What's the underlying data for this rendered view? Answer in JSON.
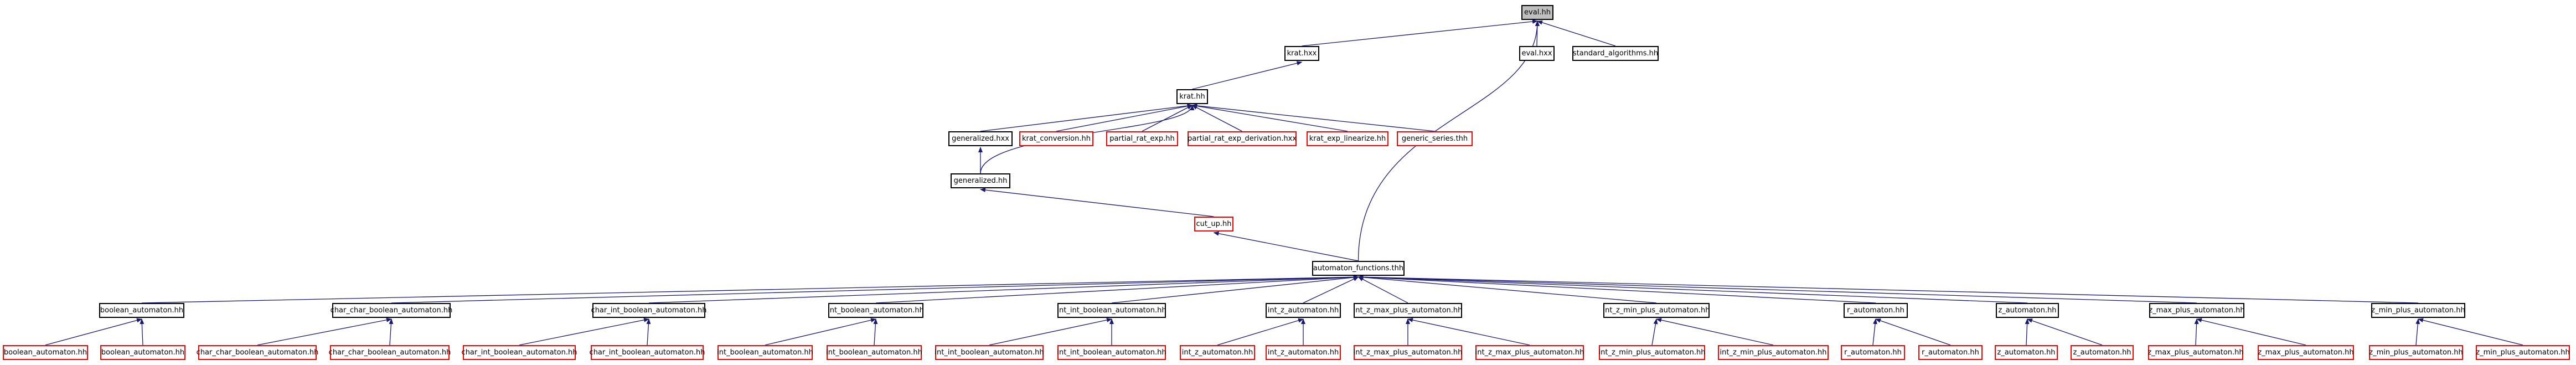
{
  "diagram": {
    "colors": {
      "edge": "#191970",
      "node_border": "#000000",
      "leaf_border": "#ff0000",
      "root_fill": "#bfbfbf"
    },
    "nodes": {
      "eval_hh": {
        "label": "eval.hh",
        "style": "root"
      },
      "krat_hxx": {
        "label": "krat.hxx"
      },
      "eval_hxx": {
        "label": "eval.hxx"
      },
      "standard_algorithms_hh": {
        "label": "standard_algorithms.hh"
      },
      "krat_hh": {
        "label": "krat.hh"
      },
      "generalized_hxx": {
        "label": "generalized.hxx"
      },
      "krat_conversion_hh": {
        "label": "krat_conversion.hh",
        "style": "red"
      },
      "partial_rat_exp_hh": {
        "label": "partial_rat_exp.hh",
        "style": "red"
      },
      "partial_rat_exp_derivation_hxx": {
        "label": "partial_rat_exp_derivation.hxx",
        "style": "red"
      },
      "krat_exp_linearize_hh": {
        "label": "krat_exp_linearize.hh",
        "style": "red"
      },
      "generic_series_thh": {
        "label": "generic_series.thh",
        "style": "red"
      },
      "generalized_hh": {
        "label": "generalized.hh"
      },
      "cut_up_hh": {
        "label": "cut_up.hh",
        "style": "red"
      },
      "automaton_functions_thh": {
        "label": "automaton_functions.thh"
      },
      "boolean_automaton_hh": {
        "label": "boolean_automaton.hh"
      },
      "char_char_boolean_automaton_hh": {
        "label": "char_char_boolean_automaton.hh"
      },
      "char_int_boolean_automaton_hh": {
        "label": "char_int_boolean_automaton.hh"
      },
      "int_boolean_automaton_hh": {
        "label": "int_boolean_automaton.hh"
      },
      "int_int_boolean_automaton_hh": {
        "label": "int_int_boolean_automaton.hh"
      },
      "int_z_automaton_hh": {
        "label": "int_z_automaton.hh"
      },
      "int_z_max_plus_automaton_hh": {
        "label": "int_z_max_plus_automaton.hh"
      },
      "int_z_min_plus_automaton_hh": {
        "label": "int_z_min_plus_automaton.hh"
      },
      "r_automaton_hh": {
        "label": "r_automaton.hh"
      },
      "z_automaton_hh": {
        "label": "z_automaton.hh"
      },
      "z_max_plus_automaton_hh": {
        "label": "z_max_plus_automaton.hh"
      },
      "z_min_plus_automaton_hh": {
        "label": "z_min_plus_automaton.hh"
      },
      "boolean_1": {
        "label": "boolean_automaton.hh",
        "style": "red"
      },
      "boolean_2": {
        "label": "boolean_automaton.hh",
        "style": "red"
      },
      "ccb_1": {
        "label": "char_char_boolean_automaton.hh",
        "style": "red"
      },
      "ccb_2": {
        "label": "char_char_boolean_automaton.hh",
        "style": "red"
      },
      "cib_1": {
        "label": "char_int_boolean_automaton.hh",
        "style": "red"
      },
      "cib_2": {
        "label": "char_int_boolean_automaton.hh",
        "style": "red"
      },
      "ib_1": {
        "label": "int_boolean_automaton.hh",
        "style": "red"
      },
      "ib_2": {
        "label": "int_boolean_automaton.hh",
        "style": "red"
      },
      "iib_1": {
        "label": "int_int_boolean_automaton.hh",
        "style": "red"
      },
      "iib_2": {
        "label": "int_int_boolean_automaton.hh",
        "style": "red"
      },
      "iz_1": {
        "label": "int_z_automaton.hh",
        "style": "red"
      },
      "iz_2": {
        "label": "int_z_automaton.hh",
        "style": "red"
      },
      "izmax_1": {
        "label": "int_z_max_plus_automaton.hh",
        "style": "red"
      },
      "izmax_2": {
        "label": "int_z_max_plus_automaton.hh",
        "style": "red"
      },
      "izmin_1": {
        "label": "int_z_min_plus_automaton.hh",
        "style": "red"
      },
      "izmin_2": {
        "label": "int_z_min_plus_automaton.hh",
        "style": "red"
      },
      "r_1": {
        "label": "r_automaton.hh",
        "style": "red"
      },
      "r_2": {
        "label": "r_automaton.hh",
        "style": "red"
      },
      "z_1": {
        "label": "z_automaton.hh",
        "style": "red"
      },
      "z_2": {
        "label": "z_automaton.hh",
        "style": "red"
      },
      "zmax_1": {
        "label": "z_max_plus_automaton.hh",
        "style": "red"
      },
      "zmax_2": {
        "label": "z_max_plus_automaton.hh",
        "style": "red"
      },
      "zmin_1": {
        "label": "z_min_plus_automaton.hh",
        "style": "red"
      },
      "zmin_2": {
        "label": "z_min_plus_automaton.hh",
        "style": "red"
      }
    },
    "edges": [
      [
        "krat_hxx",
        "eval_hh"
      ],
      [
        "eval_hxx",
        "eval_hh"
      ],
      [
        "standard_algorithms_hh",
        "eval_hh"
      ],
      [
        "automaton_functions_thh",
        "eval_hh"
      ],
      [
        "krat_hh",
        "krat_hxx"
      ],
      [
        "generalized_hxx",
        "krat_hh"
      ],
      [
        "krat_conversion_hh",
        "krat_hh"
      ],
      [
        "partial_rat_exp_hh",
        "krat_hh"
      ],
      [
        "partial_rat_exp_derivation_hxx",
        "krat_hh"
      ],
      [
        "krat_exp_linearize_hh",
        "krat_hh"
      ],
      [
        "generic_series_thh",
        "krat_hh"
      ],
      [
        "generalized_hh",
        "krat_hh"
      ],
      [
        "generalized_hh",
        "generalized_hxx"
      ],
      [
        "cut_up_hh",
        "generalized_hh"
      ],
      [
        "automaton_functions_thh",
        "cut_up_hh"
      ],
      [
        "boolean_automaton_hh",
        "automaton_functions_thh"
      ],
      [
        "char_char_boolean_automaton_hh",
        "automaton_functions_thh"
      ],
      [
        "char_int_boolean_automaton_hh",
        "automaton_functions_thh"
      ],
      [
        "int_boolean_automaton_hh",
        "automaton_functions_thh"
      ],
      [
        "int_int_boolean_automaton_hh",
        "automaton_functions_thh"
      ],
      [
        "int_z_automaton_hh",
        "automaton_functions_thh"
      ],
      [
        "int_z_max_plus_automaton_hh",
        "automaton_functions_thh"
      ],
      [
        "int_z_min_plus_automaton_hh",
        "automaton_functions_thh"
      ],
      [
        "r_automaton_hh",
        "automaton_functions_thh"
      ],
      [
        "z_automaton_hh",
        "automaton_functions_thh"
      ],
      [
        "z_max_plus_automaton_hh",
        "automaton_functions_thh"
      ],
      [
        "z_min_plus_automaton_hh",
        "automaton_functions_thh"
      ],
      [
        "boolean_1",
        "boolean_automaton_hh"
      ],
      [
        "boolean_2",
        "boolean_automaton_hh"
      ],
      [
        "ccb_1",
        "char_char_boolean_automaton_hh"
      ],
      [
        "ccb_2",
        "char_char_boolean_automaton_hh"
      ],
      [
        "cib_1",
        "char_int_boolean_automaton_hh"
      ],
      [
        "cib_2",
        "char_int_boolean_automaton_hh"
      ],
      [
        "ib_1",
        "int_boolean_automaton_hh"
      ],
      [
        "ib_2",
        "int_boolean_automaton_hh"
      ],
      [
        "iib_1",
        "int_int_boolean_automaton_hh"
      ],
      [
        "iib_2",
        "int_int_boolean_automaton_hh"
      ],
      [
        "iz_1",
        "int_z_automaton_hh"
      ],
      [
        "iz_2",
        "int_z_automaton_hh"
      ],
      [
        "izmax_1",
        "int_z_max_plus_automaton_hh"
      ],
      [
        "izmax_2",
        "int_z_max_plus_automaton_hh"
      ],
      [
        "izmin_1",
        "int_z_min_plus_automaton_hh"
      ],
      [
        "izmin_2",
        "int_z_min_plus_automaton_hh"
      ],
      [
        "r_1",
        "r_automaton_hh"
      ],
      [
        "r_2",
        "r_automaton_hh"
      ],
      [
        "z_1",
        "z_automaton_hh"
      ],
      [
        "z_2",
        "z_automaton_hh"
      ],
      [
        "zmax_1",
        "z_max_plus_automaton_hh"
      ],
      [
        "zmax_2",
        "z_max_plus_automaton_hh"
      ],
      [
        "zmin_1",
        "z_min_plus_automaton_hh"
      ],
      [
        "zmin_2",
        "z_min_plus_automaton_hh"
      ]
    ]
  }
}
